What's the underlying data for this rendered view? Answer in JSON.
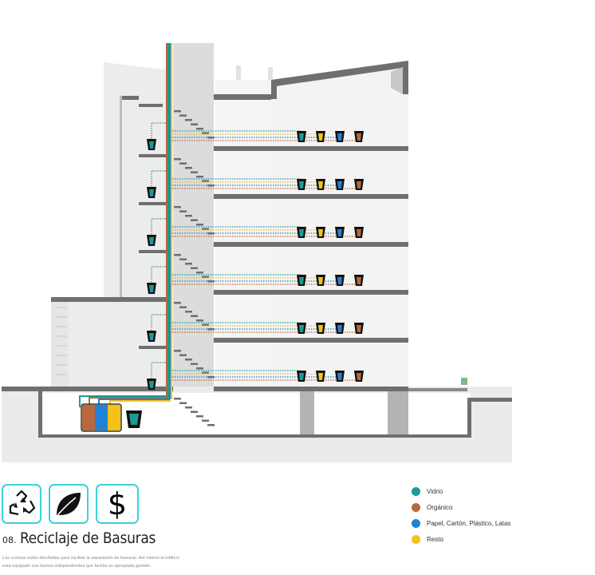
{
  "title": {
    "number": "08.",
    "text": "Reciclaje de Basuras"
  },
  "description": "Las cocinas están diseñadas para facilitar la separación de basuras. Así mismo el edificio está equipado con ductos independientes que facilita su apropiada gestión.",
  "icons": [
    {
      "name": "recycle-icon"
    },
    {
      "name": "leaf-icon"
    },
    {
      "name": "dollar-icon",
      "glyph": "$"
    }
  ],
  "legend": [
    {
      "label": "Vidrio",
      "color": "#1a9c93"
    },
    {
      "label": "Orgánico",
      "color": "#b8683a"
    },
    {
      "label": "Papel, Cartón, Plástico, Latas",
      "color": "#1f82d6"
    },
    {
      "label": "Resto",
      "color": "#f5c216"
    }
  ],
  "colors": {
    "glass": "#1a9c93",
    "organic": "#b8683a",
    "paper": "#1f82d6",
    "rest": "#f5c216",
    "slab": "#6f6f6f",
    "accent": "#39d3d9"
  }
}
